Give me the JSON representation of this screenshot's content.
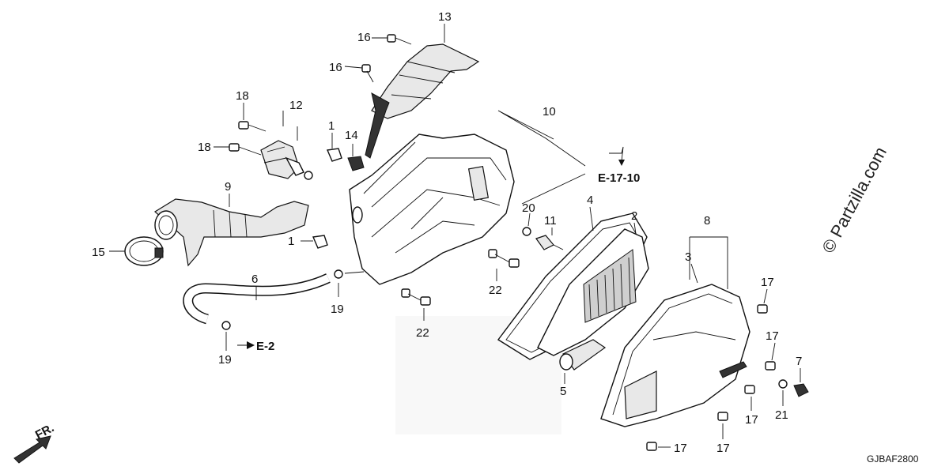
{
  "callouts": [
    {
      "id": "c13",
      "text": "13"
    },
    {
      "id": "c16a",
      "text": "16"
    },
    {
      "id": "c16b",
      "text": "16"
    },
    {
      "id": "c18a",
      "text": "18"
    },
    {
      "id": "c12",
      "text": "12"
    },
    {
      "id": "c18b",
      "text": "18"
    },
    {
      "id": "c1a",
      "text": "1"
    },
    {
      "id": "c14",
      "text": "14"
    },
    {
      "id": "c10",
      "text": "10"
    },
    {
      "id": "c9",
      "text": "9"
    },
    {
      "id": "c15",
      "text": "15"
    },
    {
      "id": "c1b",
      "text": "1"
    },
    {
      "id": "c6",
      "text": "6"
    },
    {
      "id": "c19a",
      "text": "19"
    },
    {
      "id": "c19b",
      "text": "19"
    },
    {
      "id": "c22a",
      "text": "22"
    },
    {
      "id": "c22b",
      "text": "22"
    },
    {
      "id": "c20",
      "text": "20"
    },
    {
      "id": "c11",
      "text": "11"
    },
    {
      "id": "c4",
      "text": "4"
    },
    {
      "id": "c2",
      "text": "2"
    },
    {
      "id": "c8",
      "text": "8"
    },
    {
      "id": "c3",
      "text": "3"
    },
    {
      "id": "c5",
      "text": "5"
    },
    {
      "id": "c17a",
      "text": "17"
    },
    {
      "id": "c17b",
      "text": "17"
    },
    {
      "id": "c17c",
      "text": "17"
    },
    {
      "id": "c17d",
      "text": "17"
    },
    {
      "id": "c17e",
      "text": "17"
    },
    {
      "id": "c7",
      "text": "7"
    },
    {
      "id": "c21",
      "text": "21"
    }
  ],
  "references": {
    "e17": "E-17-10",
    "e2": "E-2",
    "front": "FR."
  },
  "watermark": "© Partzilla.com",
  "diagram_code": "GJBAF2800"
}
